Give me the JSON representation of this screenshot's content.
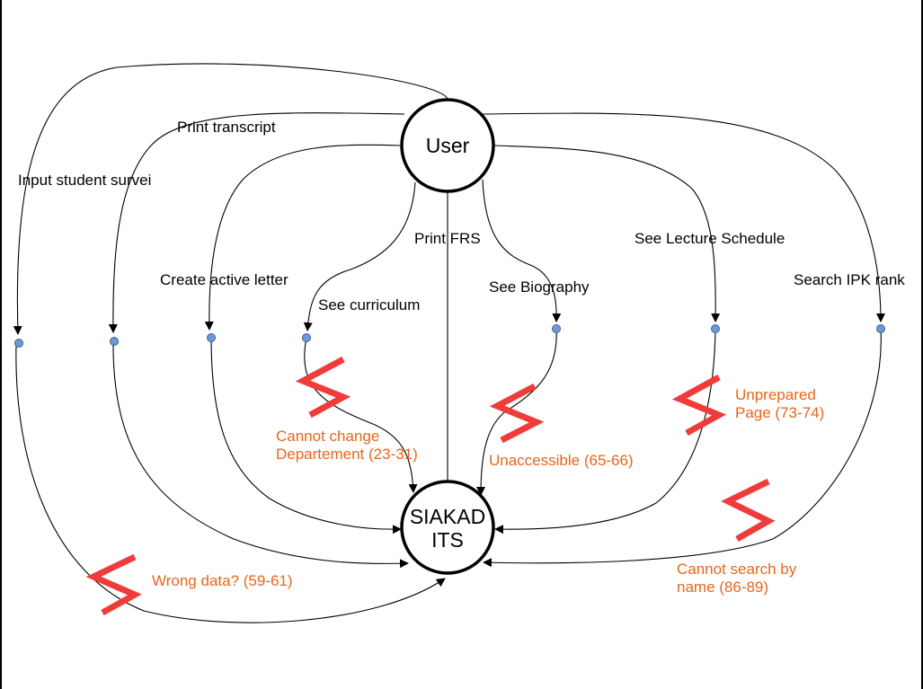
{
  "nodes": {
    "user": "User",
    "target_line1": "SIAKAD",
    "target_line2": "ITS"
  },
  "edges": [
    {
      "id": "input-student-survei",
      "label": "Input student survei"
    },
    {
      "id": "print-transcript",
      "label": "Print transcript"
    },
    {
      "id": "create-active-letter",
      "label": "Create active letter"
    },
    {
      "id": "see-curriculum",
      "label": "See curriculum"
    },
    {
      "id": "print-frs",
      "label": "Print FRS"
    },
    {
      "id": "see-biography",
      "label": "See Biography"
    },
    {
      "id": "see-lecture-schedule",
      "label": "See Lecture Schedule"
    },
    {
      "id": "search-ipk-rank",
      "label": "Search IPK rank"
    }
  ],
  "issues": [
    {
      "id": "cannot-change-departement",
      "lines": [
        "Cannot change",
        "Departement (23-31)"
      ]
    },
    {
      "id": "unaccessible",
      "lines": [
        "Unaccessible (65-66)"
      ]
    },
    {
      "id": "unprepared-page",
      "lines": [
        "Unprepared",
        "Page (73-74)"
      ]
    },
    {
      "id": "cannot-search-by-name",
      "lines": [
        "Cannot search by",
        "name (86-89)"
      ]
    },
    {
      "id": "wrong-data",
      "lines": [
        "Wrong data? (59-61)"
      ]
    }
  ],
  "colors": {
    "issue_text": "#e8661a",
    "bolt": "#f03b3b",
    "dot": "#6b9bd6",
    "line": "#000000"
  }
}
